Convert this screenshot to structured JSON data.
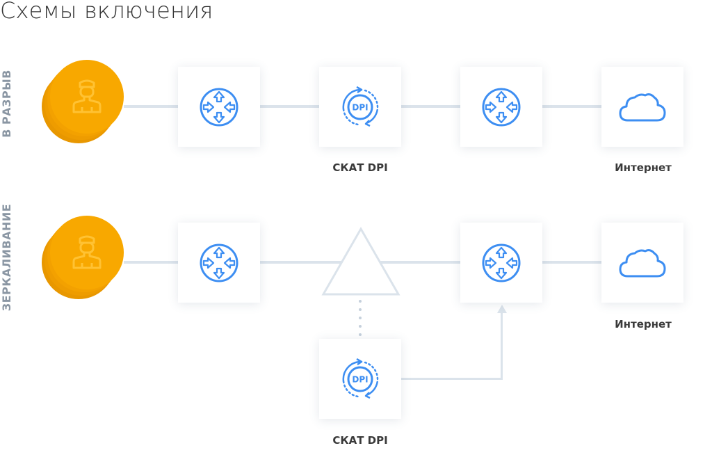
{
  "title": "Схемы включения",
  "rows": [
    {
      "label": "В РАЗРЫВ",
      "dpi_caption": "СКАТ DPI",
      "internet_caption": "Интернет"
    },
    {
      "label": "ЗЕРКАЛИВАНИЕ",
      "dpi_caption": "СКАТ DPI",
      "internet_caption": "Интернет"
    }
  ],
  "dpi_badge": "DPI",
  "colors": {
    "accent": "#3d8ef2",
    "user": "#f6a500",
    "user_icon": "#ffc233",
    "line": "#dbe3eb",
    "label": "#8a96a3"
  },
  "icons": [
    "user-icon",
    "router-icon",
    "dpi-icon",
    "cloud-icon",
    "tap-triangle-icon"
  ]
}
